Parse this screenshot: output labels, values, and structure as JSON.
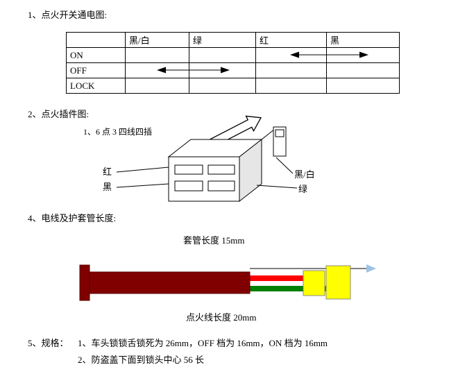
{
  "sections": {
    "s1": {
      "heading": "1、点火开关通电图:"
    },
    "s2": {
      "heading": "2、点火插件图:",
      "note": "1、6 点 3 四线四插"
    },
    "s4": {
      "heading": "4、电线及护套管长度:",
      "sleeve_length_label": "套管长度 15mm",
      "wire_length_label": "点火线长度 20mm"
    },
    "s5": {
      "heading": "5、规格：",
      "spec_line1": "1、车头锁锁舌锁死为 26mm，OFF 档为 16mm，ON 档为 16mm",
      "spec_line2": "2、防盗盖下面到锁头中心 56 长"
    }
  },
  "table": {
    "headers": [
      "",
      "黑/白",
      "绿",
      "红",
      "黑"
    ],
    "rows": [
      {
        "label": "ON",
        "connection": "红 ↔ 黑"
      },
      {
        "label": "OFF",
        "connection": "黑/白 ↔ 绿"
      },
      {
        "label": "LOCK",
        "connection": ""
      }
    ]
  },
  "connector": {
    "label_red": "红",
    "label_black": "黑",
    "label_black_white": "黑/白",
    "label_green": "绿"
  },
  "colors": {
    "wire_maroon": "#800000",
    "wire_red": "#FF0000",
    "wire_green": "#008000",
    "sleeve_yellow": "#FFFF00",
    "arrow_blue": "#9DC2E5"
  }
}
